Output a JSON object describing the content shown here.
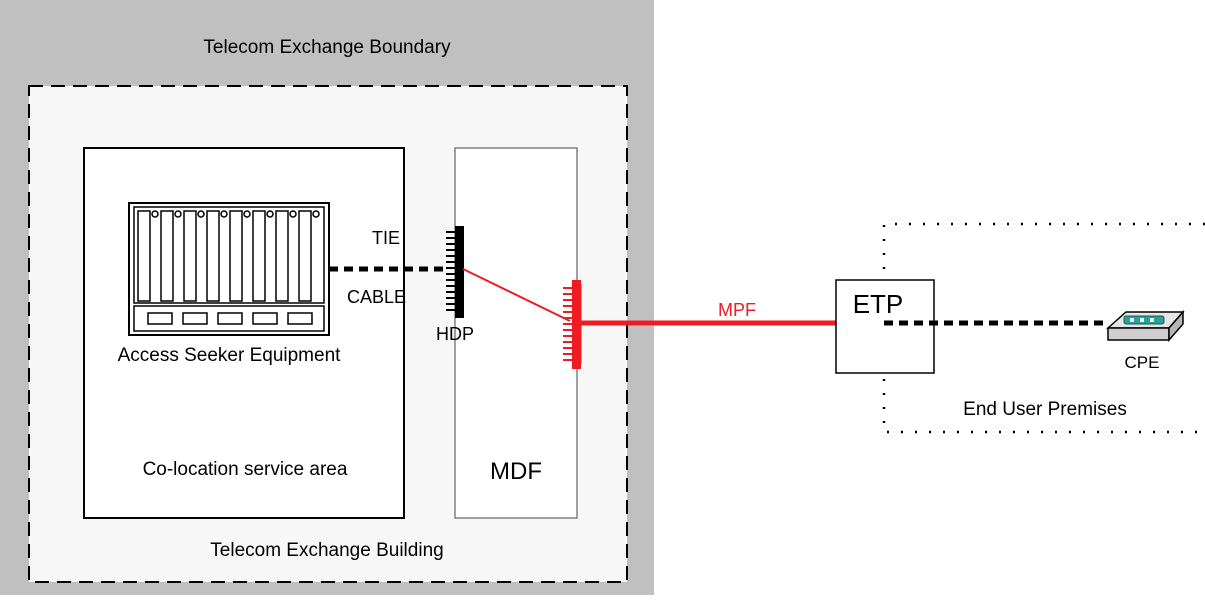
{
  "labels": {
    "exchange_boundary": "Telecom Exchange Boundary",
    "exchange_building": "Telecom Exchange Building",
    "colocation_area": "Co-location service area",
    "access_seeker_equipment": "Access Seeker Equipment",
    "tie": "TIE",
    "cable": "CABLE",
    "hdp": "HDP",
    "mdf": "MDF",
    "mpf": "MPF",
    "etp": "ETP",
    "cpe": "CPE",
    "end_user_premises": "End User Premises"
  },
  "colors": {
    "boundary_fill": "#c0c0c0",
    "building_fill": "#f7f7f7",
    "mpf_red": "#ed1c24",
    "line_black": "#000000",
    "cpe_teal": "#2aa198"
  }
}
